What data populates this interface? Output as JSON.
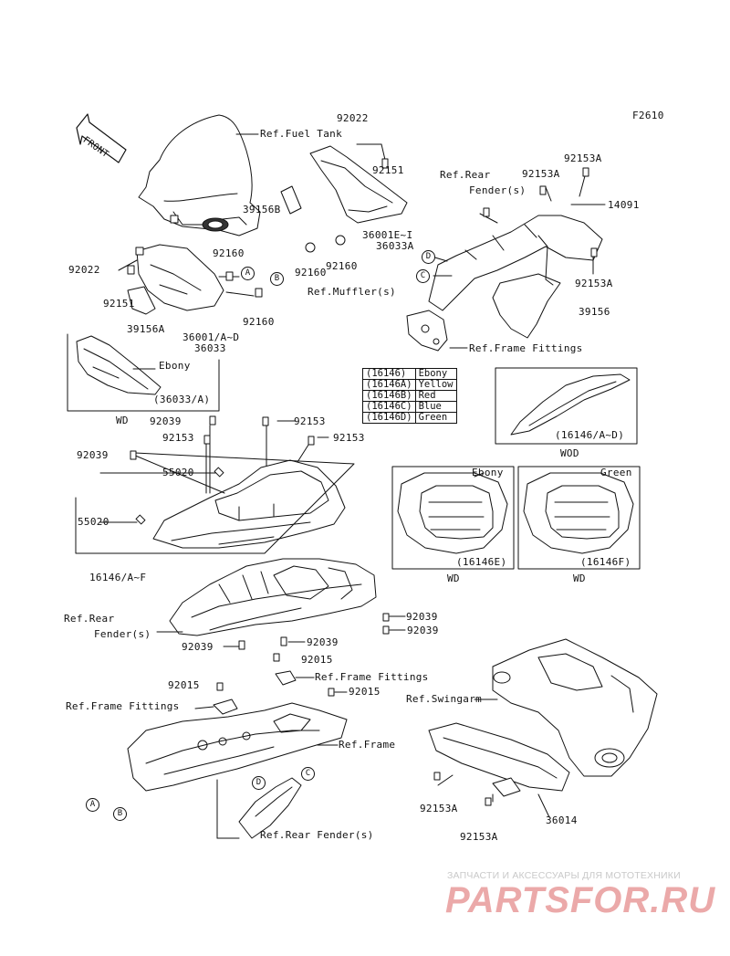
{
  "figure_code": "F2610",
  "front_label": "FRONT",
  "labels": {
    "ref_fuel_tank": "Ref.Fuel Tank",
    "p92022_top": "92022",
    "p92151_top": "92151",
    "ref_rear_fender_top": "Ref.Rear",
    "ref_rear_fender_top_2": "Fender(s)",
    "p92153A_1": "92153A",
    "p92153A_2": "92153A",
    "p14091": "14091",
    "p39156B": "39156B",
    "p36001E": "36001E~I",
    "p36033A": "36033A",
    "p92160_a": "92160",
    "p92160_b": "92160",
    "p92160_c": "92160",
    "p92160_d": "92160",
    "p92022_left": "92022",
    "p92151_left": "92151",
    "p39156A": "39156A",
    "p36001AD": "36001/A~D",
    "p36033": "36033",
    "ref_muffler": "Ref.Muffler(s)",
    "p92153A_3": "92153A",
    "p39156": "39156",
    "ref_frame_fittings_top": "Ref.Frame Fittings",
    "ebony_left": "Ebony",
    "p36033A_paren": "(36033/A)",
    "wd_1": "WD",
    "p92039_1": "92039",
    "p92153_1": "92153",
    "p92153_2": "92153",
    "p92153_3": "92153",
    "p92039_2": "92039",
    "p55020_1": "55020",
    "p55020_2": "55020",
    "p16146_AF": "16146/A~F",
    "p16146_AD": "(16146/A~D)",
    "wod": "WOD",
    "ebony_e": "Ebony",
    "p16146E": "(16146E)",
    "wd_2": "WD",
    "green_f": "Green",
    "p16146F": "(16146F)",
    "wd_3": "WD",
    "ref_rear_fender_mid": "Ref.Rear",
    "ref_rear_fender_mid_2": "Fender(s)",
    "p92039_3": "92039",
    "p92039_4": "92039",
    "p92039_5": "92039",
    "p92039_6": "92039",
    "p92015_1": "92015",
    "p92015_2": "92015",
    "p92015_3": "92015",
    "ref_frame_fittings_mid": "Ref.Frame Fittings",
    "ref_frame_fittings_left": "Ref.Frame Fittings",
    "ref_frame": "Ref.Frame",
    "ref_swingarm": "Ref.Swingarm",
    "ref_rear_fender_bottom": "Ref.Rear Fender(s)",
    "p92153A_4": "92153A",
    "p92153A_5": "92153A",
    "p36014": "36014"
  },
  "color_table": [
    {
      "part": "(16146)",
      "color": "Ebony"
    },
    {
      "part": "(16146A)",
      "color": "Yellow"
    },
    {
      "part": "(16146B)",
      "color": "Red"
    },
    {
      "part": "(16146C)",
      "color": "Blue"
    },
    {
      "part": "(16146D)",
      "color": "Green"
    }
  ],
  "callouts": {
    "a": "A",
    "b": "B",
    "c": "C",
    "d": "D",
    "a2": "A",
    "b2": "B",
    "c2": "C",
    "d2": "D"
  },
  "watermark": {
    "line1": "ЗАПЧАСТИ И АКСЕССУАРЫ ДЛЯ МОТОТЕХНИКИ",
    "line2": "PARTSFOR.RU"
  },
  "colors": {
    "line": "#111111",
    "watermark_red": "#e58d8d",
    "watermark_gray": "#c9c9c9"
  }
}
